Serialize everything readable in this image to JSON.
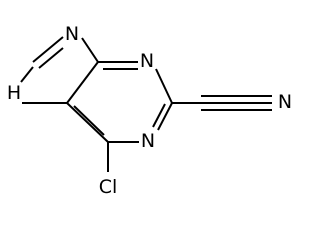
{
  "molecule": {
    "atoms": {
      "n_imidazole_top": "N",
      "nh_imidazole": "H",
      "n_pyrimidine_right": "N",
      "n_pyrimidine_bottom": "N",
      "n_nitrile": "N",
      "cl": "Cl"
    }
  }
}
